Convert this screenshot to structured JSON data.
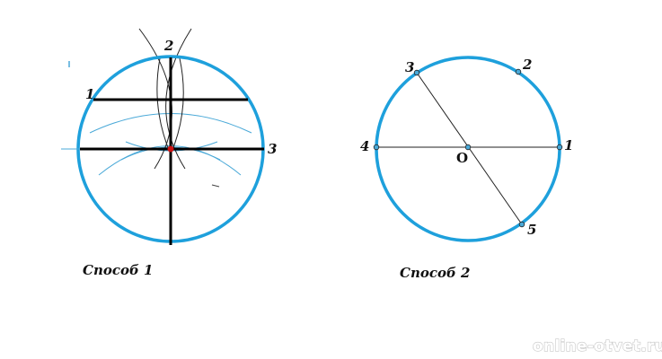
{
  "method1": {
    "caption": "Способ 1",
    "points": {
      "p1": "1",
      "p2": "2",
      "p3": "3"
    }
  },
  "method2": {
    "caption": "Способ 2",
    "center_label": "O",
    "points": {
      "p1": "1",
      "p2": "2",
      "p3": "3",
      "p4": "4",
      "p5": "5"
    }
  },
  "watermark": "online-otvet.ru",
  "colors": {
    "circle": "#1ea0dc",
    "arc_blue": "#4aa9d8",
    "line": "#000000",
    "center_dot": "#cc1111",
    "point_fill": "#4aa9d8"
  }
}
